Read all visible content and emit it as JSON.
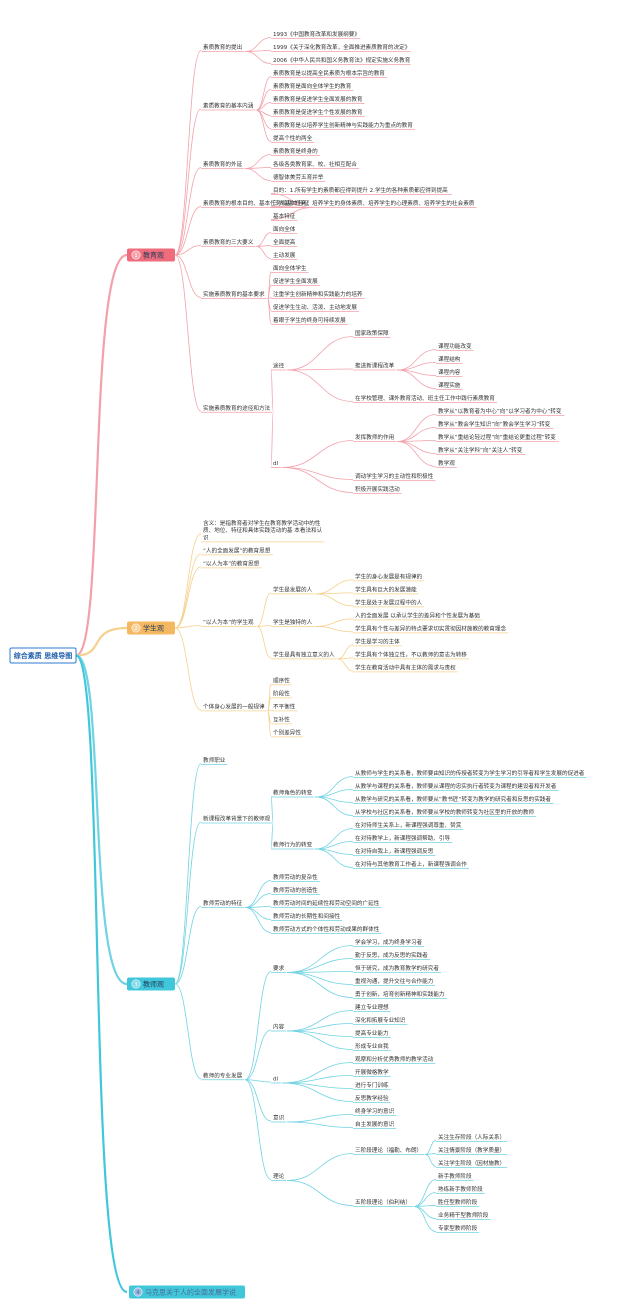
{
  "root": {
    "label": "综合素质 思维导图"
  },
  "branches": [
    {
      "num": "1",
      "label": "教育观",
      "color": "#ee6c7b",
      "line": "#f2a1aa",
      "children": [
        {
          "t": "素质教育的提出",
          "c": [
            {
              "t": "1993《中国教育改革和发展纲要》"
            },
            {
              "t": "1999《关于深化教育改革，全面推进素质教育的决定》"
            },
            {
              "t": "2006《中华人民共和国义务教育法》规定实施义务教育"
            }
          ]
        },
        {
          "t": "素质教育的基本内涵",
          "c": [
            {
              "t": "素质教育是以提高全民素质为根本宗旨的教育"
            },
            {
              "t": "素质教育是面向全体学生的教育"
            },
            {
              "t": "素质教育是促进学生全面发展的教育"
            },
            {
              "t": "素质教育是促进学生个性发展的教育"
            },
            {
              "t": "素质教育是以培养学生创新精神与实践能力为重点的教育"
            },
            {
              "t": "提高个性的两全"
            }
          ]
        },
        {
          "t": "素质教育的外延",
          "c": [
            {
              "t": "素质教育是终身的"
            },
            {
              "t": "各级各类教育家、校、社相互配合"
            },
            {
              "t": "德智体美劳五育并举"
            }
          ]
        },
        {
          "t": "素质教育的根本目的、基本任务和基本特征",
          "c": [
            {
              "t": "目的：1.所有学生的素质都应得到提升 2.学生的各种素质都应得到提高"
            },
            {
              "t": "三大基本任务：培养学生的身体素质、培养学生的心理素质、培养学生的社会素质"
            },
            {
              "t": "基本特征"
            }
          ]
        },
        {
          "t": "素质教育的三大要义",
          "c": [
            {
              "t": "面向全体"
            },
            {
              "t": "全面提高"
            },
            {
              "t": "主动发展"
            }
          ]
        },
        {
          "t": "实施素质教育的基本要求",
          "c": [
            {
              "t": "面向全体学生"
            },
            {
              "t": "促进学生全面发展"
            },
            {
              "t": "注重学生创新精神和实践能力的培养"
            },
            {
              "t": "促进学生生动、活泼、主动地发展"
            },
            {
              "t": "着眼于学生的终身可持续发展"
            }
          ]
        },
        {
          "t": "实施素质教育的途径和方法",
          "c": [
            {
              "t": "途径",
              "c": [
                {
                  "t": "国家政策保障"
                },
                {
                  "t": "推进新课程改革",
                  "c": [
                    {
                      "t": "课程功能改变"
                    },
                    {
                      "t": "课程结构"
                    },
                    {
                      "t": "课程内容"
                    },
                    {
                      "t": "课程实施"
                    }
                  ]
                },
                {
                  "t": "在学校管理、课外教育活动、班主任工作中践行素质教育"
                }
              ]
            },
            {
              "t": "dl",
              "c": [
                {
                  "t": "发挥教师的作用",
                  "c": [
                    {
                      "t": "教学从“以教育者为中心”向“以学习者为中心”转变"
                    },
                    {
                      "t": "教学从“教会学生知识”向“教会学生学习”转变"
                    },
                    {
                      "t": "教学从“重结论轻过程”向“重结论更重过程”转变"
                    },
                    {
                      "t": "教学从“关注学科”向“关注人”转变"
                    },
                    {
                      "t": "教学观"
                    }
                  ]
                },
                {
                  "t": "调动学生学习的主动性和积极性"
                },
                {
                  "t": "积极开展实践活动"
                }
              ]
            }
          ]
        }
      ]
    },
    {
      "num": "2",
      "label": "学生观",
      "color": "#f4b860",
      "line": "#f6d08c",
      "children": [
        {
          "t": "含义：是指教育者对学生在教育教学活动中的性质、地位、特征和具体实践活动的基 本看法和认识"
        },
        {
          "t": "“人的全面发展”的教育思想"
        },
        {
          "t": "“以人为本”的教育思想"
        },
        {
          "t": "“以人为本”的学生观",
          "c": [
            {
              "t": "学生是发展的人",
              "c": [
                {
                  "t": "学生的身心发展是有规律的"
                },
                {
                  "t": "学生具有巨大的发展潜能"
                },
                {
                  "t": "学生是处于发展过程中的人"
                }
              ]
            },
            {
              "t": "学生是独特的人",
              "c": [
                {
                  "t": "人的全面发展 以承认学生的差异和个性发展为基础"
                },
                {
                  "t": "学生具有个性与差异的特点要求切实贯彻因材施教的教育理念"
                }
              ]
            },
            {
              "t": "学生是具有独立意义的人",
              "c": [
                {
                  "t": "学生是学习的主体"
                },
                {
                  "t": "学生具有个体独立性，不以教师的意志为转移"
                },
                {
                  "t": "学生在教育活动中具有主体的需求与责权"
                }
              ]
            }
          ]
        },
        {
          "t": "个体身心发展的一般规律",
          "c": [
            {
              "t": "顺序性"
            },
            {
              "t": "阶段性"
            },
            {
              "t": "不平衡性"
            },
            {
              "t": "互补性"
            },
            {
              "t": "个别差异性"
            }
          ]
        }
      ]
    },
    {
      "num": "3",
      "label": "教师观",
      "color": "#41c7da",
      "line": "#6fd3e2",
      "children": [
        {
          "t": "教师职业"
        },
        {
          "t": "新课程改革背景下的教师观",
          "c": [
            {
              "t": "教师角色的转变",
              "c": [
                {
                  "t": "从教师与学生的关系看，教师要由知识的传授者转变为学生学习的引导者和学生发展的促进者"
                },
                {
                  "t": "从教学与课程的关系看，教师要从课程的忠实执行者转变为课程的建设者和开发者"
                },
                {
                  "t": "从教学与研究的关系看，教师要从“教书匠”转变为教学的研究者和反思的实践者"
                },
                {
                  "t": "从学校与社区的关系看，教师要从学校的教师转变为社区型的开放的教师"
                }
              ]
            },
            {
              "t": "教师行为的转变",
              "c": [
                {
                  "t": "在对待师生关系上，新课程强调尊重、赞赏"
                },
                {
                  "t": "在对待教学上，新课程强调帮助、引导"
                },
                {
                  "t": "在对待自我上，新课程强调反思"
                },
                {
                  "t": "在对待与其他教育工作者上，新课程强调合作"
                }
              ]
            }
          ]
        },
        {
          "t": "教师劳动的特征",
          "c": [
            {
              "t": "教师劳动的复杂性"
            },
            {
              "t": "教师劳动的创造性"
            },
            {
              "t": "教师劳动时间的延续性和劳动空间的广延性"
            },
            {
              "t": "教师劳动的长期性和间接性"
            },
            {
              "t": "教师劳动方式的个体性和劳动成果的群体性"
            }
          ]
        },
        {
          "t": "教师的专业发展",
          "c": [
            {
              "t": "要求",
              "c": [
                {
                  "t": "学会学习，成为终身学习者"
                },
                {
                  "t": "勤于反思，成为反思的实践者"
                },
                {
                  "t": "恒于研究，成为教育教学的研究者"
                },
                {
                  "t": "重视沟通，提升交往与合作能力"
                },
                {
                  "t": "勇于创新，培育创新精神和实践能力"
                }
              ]
            },
            {
              "t": "内容",
              "c": [
                {
                  "t": "建立专业理想"
                },
                {
                  "t": "深化和拓展专业知识"
                },
                {
                  "t": "提高专业能力"
                },
                {
                  "t": "形成专业自我"
                }
              ]
            },
            {
              "t": "dl",
              "c": [
                {
                  "t": "观摩和分析优秀教师的教学活动"
                },
                {
                  "t": "开展微格教学"
                },
                {
                  "t": "进行专门训练"
                },
                {
                  "t": "反思教学经验"
                }
              ]
            },
            {
              "t": "意识",
              "c": [
                {
                  "t": "终身学习的意识"
                },
                {
                  "t": "自主发展的意识"
                }
              ]
            },
            {
              "t": "理论",
              "c": [
                {
                  "t": "三阶段理论（福勒、布朗）",
                  "c": [
                    {
                      "t": "关注生存阶段（人际关系）"
                    },
                    {
                      "t": "关注情景阶段（教学质量）"
                    },
                    {
                      "t": "关注学生阶段（因材施教）"
                    }
                  ]
                },
                {
                  "t": "五阶段理论（伯利纳）",
                  "c": [
                    {
                      "t": "新手教师阶段"
                    },
                    {
                      "t": "熟练新手教师阶段"
                    },
                    {
                      "t": "胜任型教师阶段"
                    },
                    {
                      "t": "业务精干型教师阶段"
                    },
                    {
                      "t": "专家型教师阶段"
                    }
                  ]
                }
              ]
            }
          ]
        }
      ]
    },
    {
      "num": "4",
      "label": "马克思关于人的全面发展学说",
      "color": "#41c7da",
      "line": "#41c7da",
      "children": []
    }
  ]
}
